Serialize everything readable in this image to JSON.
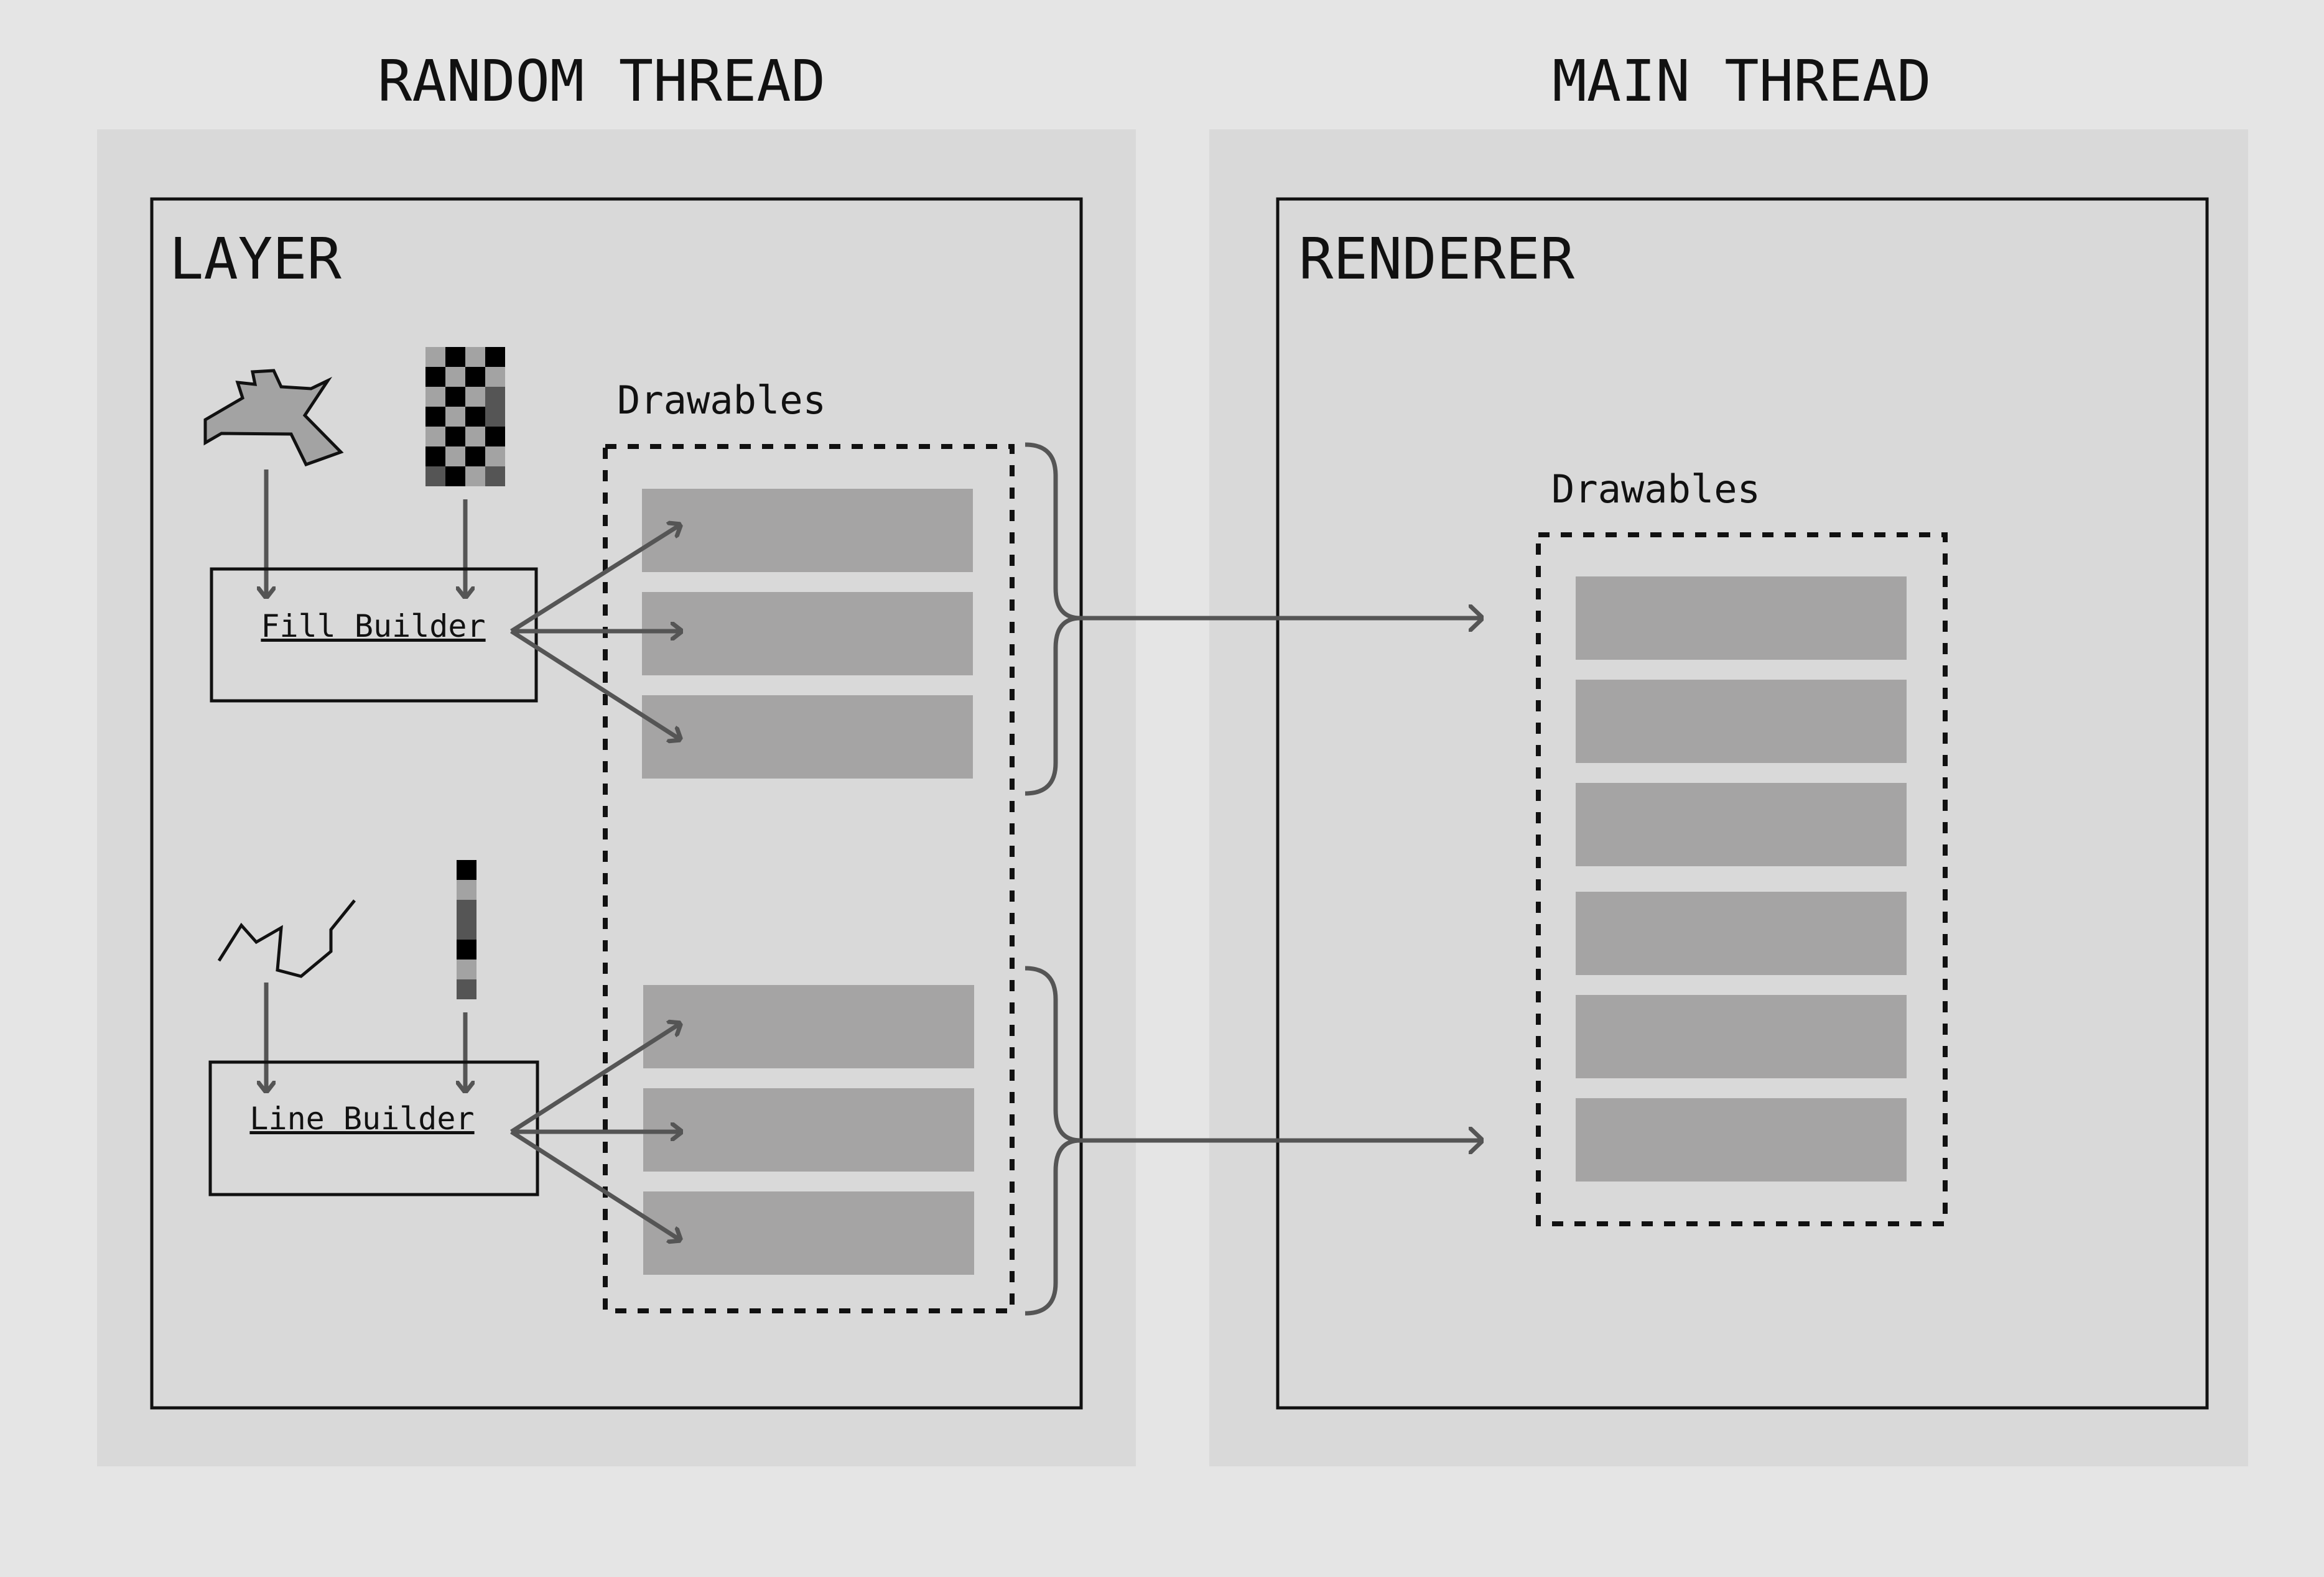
{
  "random_thread": {
    "title": "RANDOM THREAD",
    "layer": {
      "title": "LAYER",
      "drawables_label": "Drawables",
      "fill_builder_label": "Fill Builder",
      "line_builder_label": "Line Builder"
    }
  },
  "main_thread": {
    "title": "MAIN THREAD",
    "renderer": {
      "title": "RENDERER",
      "drawables_label": "Drawables"
    }
  },
  "colors": {
    "background": "#e5e5e5",
    "panel": "#d9d9d9",
    "drawable": "#a5a4a4",
    "arrow": "#555555",
    "border": "#111111"
  },
  "icons": {
    "polygon": "polygon-shape-icon",
    "fill_pattern": "checker-pattern-icon",
    "polyline": "polyline-shape-icon",
    "line_pattern": "dash-pattern-icon"
  }
}
